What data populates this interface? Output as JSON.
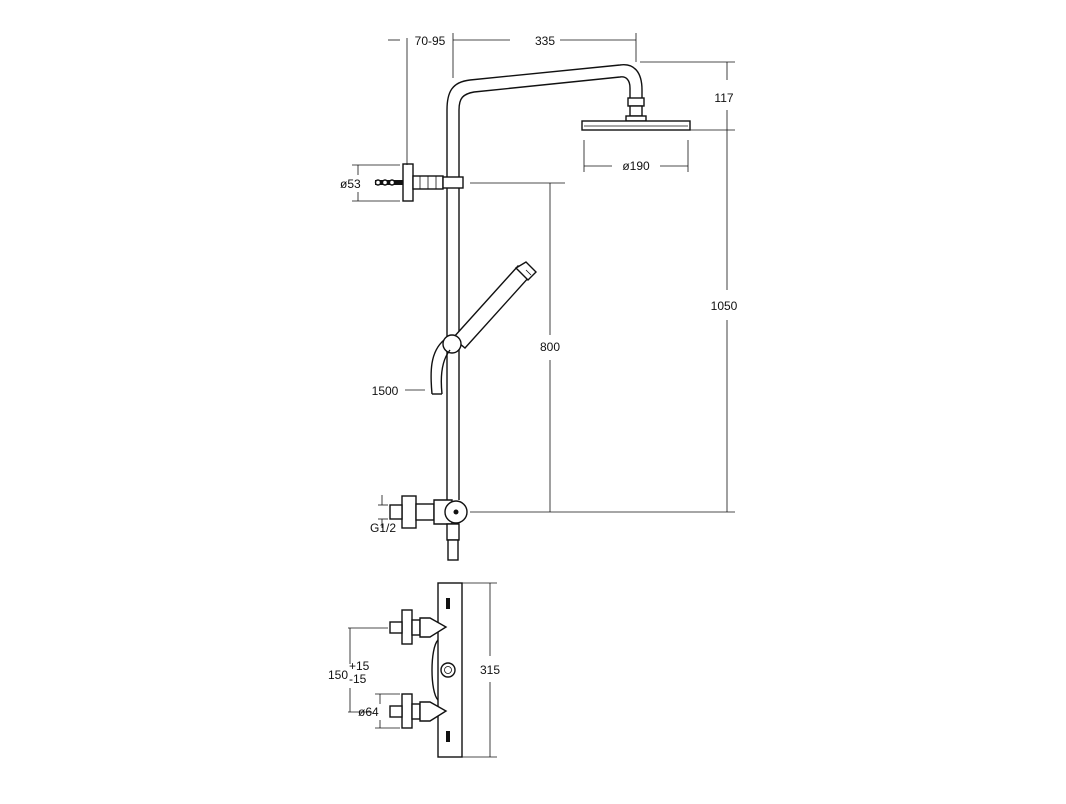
{
  "drawing": {
    "colors": {
      "line": "#111111",
      "background": "#ffffff"
    },
    "dimensions": {
      "wall_distance": "70-95",
      "arm_length": "335",
      "head_height": "117",
      "head_diameter": "ø190",
      "bracket_diameter": "ø53",
      "total_height": "1050",
      "slide_height": "800",
      "hose_length": "1500",
      "inlet_thread": "G1/2",
      "body_height": "315",
      "centres_nominal": "150",
      "centres_tol_plus": "+15",
      "centres_tol_minus": "-15",
      "escutcheon_diameter": "ø64"
    }
  }
}
